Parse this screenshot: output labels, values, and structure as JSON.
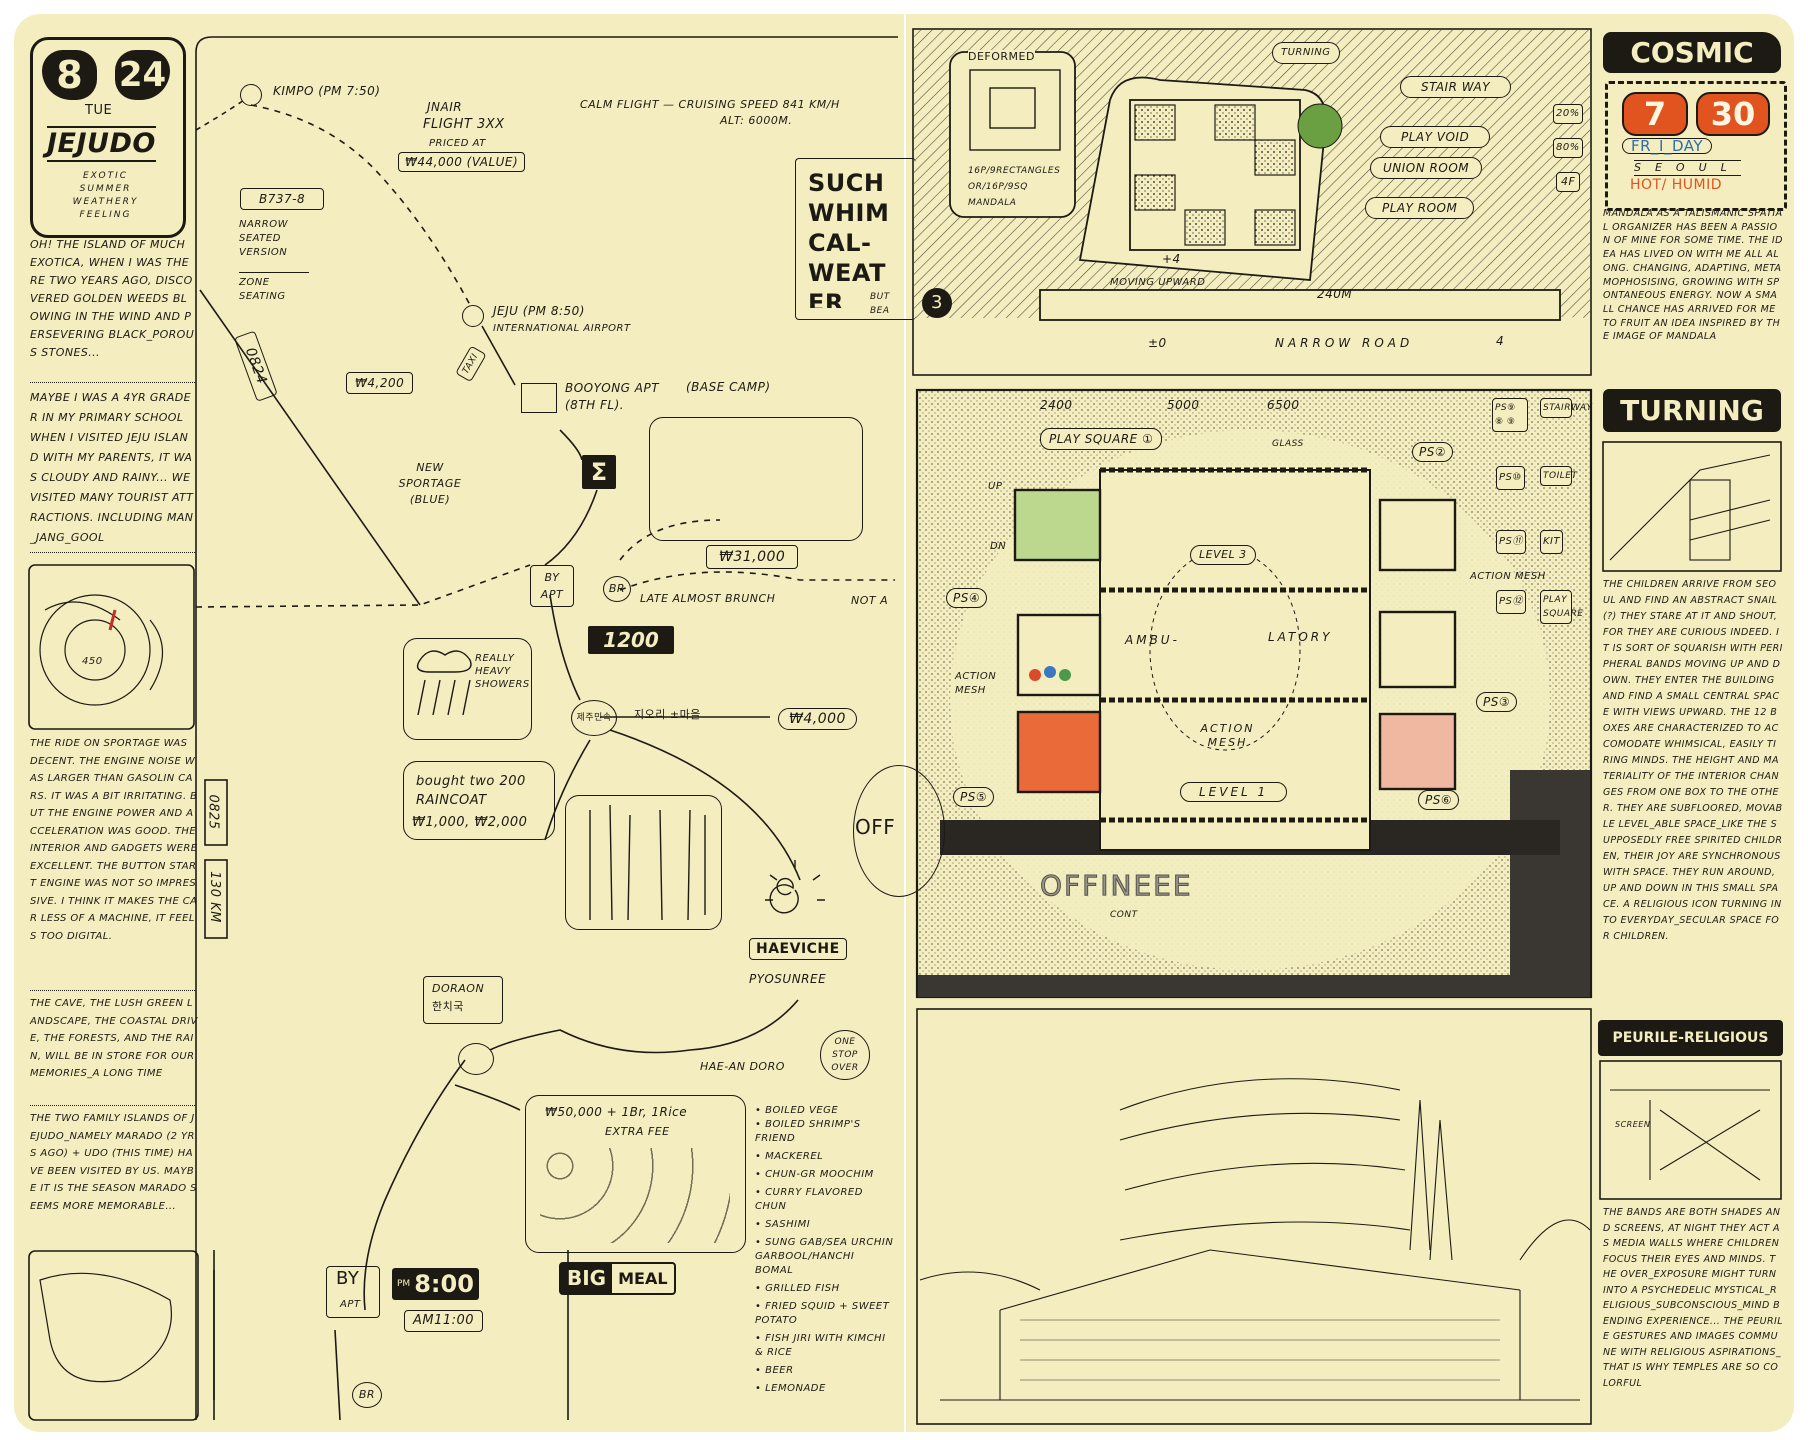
{
  "left_column": {
    "date_badge": {
      "month": "8",
      "day": "24",
      "weekday": "TUE",
      "place": "JEJUDO",
      "subtitle": "EXOTIC SUMMER WEATHERY FEELING"
    },
    "paragraphs": [
      "OH! THE ISLAND OF MUCH EXOTICA, WHEN I WAS THERE TWO YEARS AGO, DISCOVERED GOLDEN WEEDS BLOWING IN THE WIND AND PERSEVERING BLACK_POROUS STONES...",
      "MAYBE I WAS A 4YR grader in my primary school when I visited JEJU ISLAND WITH MY PARENTS, IT WAS CLOUDY AND RAINY... WE VISITED MANY TOURIST ATTRACTIONS. INCLUDING MAN_JANG_GOOL",
      "THE RIDE ON SPORTAGE WAS DECENT. THE ENGINE NOISE WAS LARGER THAN GASOLIN CARS. IT WAS A BIT IRRITATING. BUT THE ENGINE POWER AND ACCELERATION WAS GOOD. THE INTERIOR AND GADGETS WERE EXCELLENT. THE BUTTON START ENGINE WAS NOT SO IMPRESSIVE. I THINK IT MAKES THE CAR LESS OF A MACHINE, IT FEELS TOO DIGITAL.",
      "THE CAVE, THE LUSH GREEN LANDSCAPE, THE COASTAL DRIVE, THE FORESTS, AND THE RAIN, WILL BE IN STORE FOR OUR MEMORIES_A LONG TIME",
      "THE TWO FAMILY ISLANDS OF JEJUDO_NAMELY MARADO (2 YRS AGO) + UDO (THIS TIME) HAVE BEEN VISITED BY US. MAYBE IT IS THE SEASON MARADO SEEMS MORE MEMORABLE..."
    ],
    "gauge_label": "450"
  },
  "map": {
    "kimpo": "KIMPO (PM 7:50)",
    "flight": "JNAIR",
    "flight_no": "FLIGHT 3XX",
    "priced": "PRICED AT",
    "price": "₩44,000 (VALUE)",
    "calm": "CALM FLIGHT — CRUISING SPEED 841 km/h",
    "alt": "ALT: 6000M.",
    "aircraft": "B737-8",
    "seat_note": "NARROW SEATED VERSION",
    "zone": "ZONE SEATING",
    "date1": "0824",
    "jeju": "JEJU (PM 8:50)",
    "jeju_sub": "INTERNATIONAL AIRPORT",
    "taxi": "TAXI",
    "taxi_fare": "₩4,200",
    "booyong": "BOOYONG APT (8th FL).",
    "basecamp": "(BASE CAMP)",
    "sportage": "NEW SPORTAGE (BLUE)",
    "sigma": "Σ",
    "grocery": "₩31,000",
    "by_apt": "BY APT",
    "br": "BR",
    "brunch": "LATE ALMOST BRUNCH",
    "not_a": "NOT A",
    "time1200": "1200",
    "showers": "REALLY HEAVY SHOWERS",
    "folk": "제주민속",
    "folk_note": "지오리 ±마을",
    "folk_fee": "₩4,000",
    "raincoat": "bought two 200 RAINCOAT",
    "raincoat_price": "₩1,000, ₩2,000",
    "date2": "0825",
    "distance": "130 KM",
    "off": "OFF",
    "haeviche": "HAEVICHE",
    "pyosunree": "PYOSUNREE",
    "doraon": "DORAON",
    "doraon_sub": "한치국",
    "haean": "HAE-AN DORO",
    "stopover": "ONE STOP OVER",
    "meal_price": "₩50,000 + 1Br, 1Rice",
    "extra_fee": "EXTRA FEE",
    "big": "BIG",
    "meal": "MEAL",
    "menu": [
      "BOILED VEGE",
      "BOILED SHRIMP'S FRIEND",
      "MACKEREL",
      "CHUN-GR MOOCHIM",
      "CURRY FLAVORED CHUN",
      "SASHIMI",
      "SUNG GAB/SEA URCHIN GARBOOL/HANCHI BOMAL",
      "GRILLED FISH",
      "FRIED SQUID + SWEET POTATO",
      "FISH JIRI WITH KIMCHI & RICE",
      "BEER",
      "LEMONADE"
    ],
    "by_apt2": "BY",
    "by_apt2_sub": "APT",
    "pm": "PM",
    "time800": "8:00",
    "time1100": "AM11:00",
    "br2": "BR",
    "whim": "SUCH WHIM CAL- WEAT ER",
    "whim_note": "BUT BEA"
  },
  "top_plan": {
    "deformed": "DEFORMED",
    "mandala_note": "16P/9RECTANGLES OR/16P/9SQ MANDALA",
    "turning": "TURNING",
    "labels": [
      "STAIR WAY",
      "PLAY VOID",
      "UNION ROOM",
      "PLAY ROOM"
    ],
    "pcts": [
      "20%",
      "80%",
      "4F"
    ],
    "plus4": "+4",
    "moving": "MOVING UPWARD",
    "dist": "240M",
    "zero": "±0",
    "road": "NARROW ROAD",
    "num3": "3",
    "num4": "4"
  },
  "mid_plan": {
    "dims": [
      "2400",
      "5000",
      "6500"
    ],
    "play_square": "PLAY SQUARE ①",
    "glass": "GLASS",
    "ps": [
      "PS②",
      "PS④",
      "PS⑤",
      "PS③",
      "PS⑥"
    ],
    "legend": [
      "PS⑨ ⑧ ⑨",
      "PS⑩",
      "PS⑪",
      "PS⑫"
    ],
    "legend_labels": [
      "STAIRWAY",
      "TOILET",
      "KIT",
      "PLAY SQUARE"
    ],
    "up": "UP",
    "dn": "DN",
    "level3": "LEVEL 3",
    "action_mesh": "ACTION MESH",
    "action_mesh2": "ACTION MESH",
    "action_mesh3": "ACTION MESH",
    "ambu": "AMBU-",
    "latory": "LATORY",
    "level1": "LEVEL 1",
    "offinee": "OFFINEEE",
    "cont": "CONT"
  },
  "right_column": {
    "cosmic": "COSMIC",
    "month": "7",
    "day": "30",
    "weekday": "FR_I_DAY",
    "city": "SEOUL",
    "weather": "HOT/ HUMID",
    "para1": "MANDALA AS A TALISMANIC SPATIAL ORGANIZER HAS BEEN A PASSION OF MINE FOR SOME TIME. THE IDEA HAS LIVED ON WITH ME ALL ALONG. CHANGING, ADAPTING, METAMOPHOSISING, GROWING WITH SPONTANEOUS ENERGY. NOW A SMALL CHANCE HAS ARRIVED FOR ME TO FRUIT AN IDEA INSPIRED BY THE IMAGE OF MANDALA",
    "turning": "TURNING",
    "para2": "THE CHILDREN ARRIVE FROM SEOUL AND FIND AN ABSTRACT SNAIL(?) THEY STARE AT IT AND SHOUT, FOR THEY ARE CURIOUS INDEED. IT IS SORT OF SQUARISH WITH PERIPHERAL BANDS MOVING UP AND DOWN. THEY ENTER THE BUILDING AND FIND A SMALL CENTRAL SPACE WITH VIEWS UPWARD. THE 12 BOXES ARE CHARACTERIZED TO ACCOMODATE WHIMSICAL, EASILY TIRING MINDS. THE HEIGHT AND MATERIALITY OF THE INTERIOR CHANGES FROM ONE BOX TO THE OTHER. THEY ARE SUBFLOORED, MOVABLE LEVEL_ABLE SPACE_LIKE THE SUPPOSEDLY FREE SPIRITED CHILDREN, THEIR JOY ARE SYNCHRONOUS WITH SPACE. THEY RUN AROUND, UP AND DOWN IN THIS SMALL SPACE. A RELIGIOUS ICON TURNING INTO EVERYDAY_SECULAR SPACE FOR CHILDREN.",
    "peurile": "PEURILE-RELIGIOUS",
    "screen": "SCREEN",
    "para3": "THE BANDS ARE BOTH SHADES AND SCREENS, AT NIGHT THEY ACT AS MEDIA WALLS WHERE CHILDREN FOCUS THEIR EYES AND MINDS. THE OVER_EXPOSURE MIGHT TURN INTO A PSYCHEDELIC MYSTICAL_RELIGIOUS_SUBCONSCIOUS_MIND BENDING EXPERIENCE... THE PEURILE GESTURES AND IMAGES COMMUNE WITH RELIGIOUS ASPIRATIONS_THAT IS WHY TEMPLES ARE SO COLORFUL"
  },
  "colors": {
    "paper": "#f3edbf",
    "ink": "#1d1a14",
    "orange": "#e2541f",
    "blue": "#2c6fb0",
    "green": "#9cc46a"
  }
}
